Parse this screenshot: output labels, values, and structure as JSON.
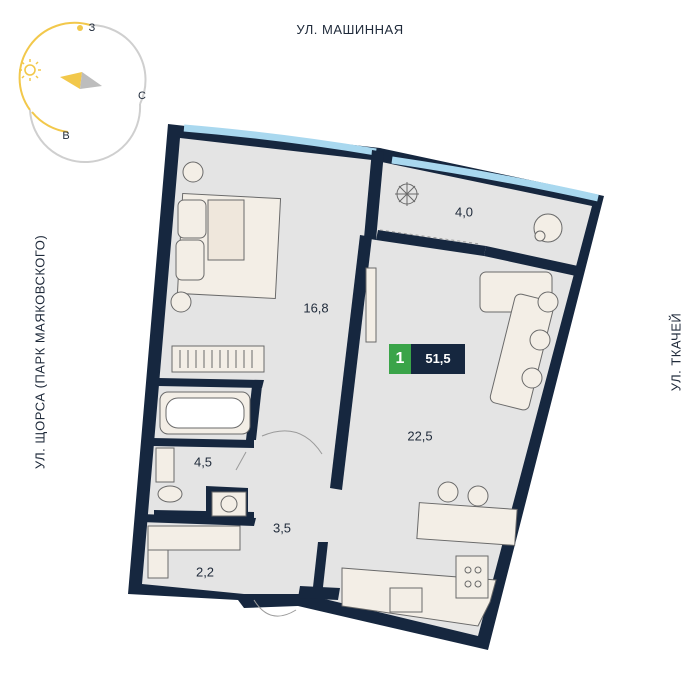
{
  "streets": {
    "top": "УЛ. МАШИННАЯ",
    "left": "УЛ. ЩОРСА (ПАРК МАЯКОВСКОГО)",
    "right": "УЛ. ТКАЧЕЙ"
  },
  "compass": {
    "top_letter": "З",
    "right_letter": "С",
    "left_letter": "В",
    "sun_icon": "sun-icon"
  },
  "rooms": {
    "bedroom": "16,8",
    "balcony": "4,0",
    "living": "22,5",
    "bathroom": "4,5",
    "hall": "3,5",
    "storage": "2,2"
  },
  "badge": {
    "rooms": "1",
    "area": "51,5"
  },
  "colors": {
    "wall": "#16273f",
    "floor": "#e4e4e4",
    "accent": "#3aa449",
    "window": "#a9d8ef",
    "sun": "#f2c84b"
  }
}
